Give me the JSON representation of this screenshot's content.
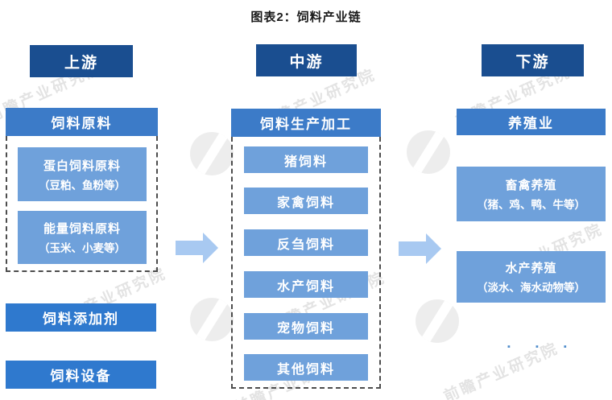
{
  "title": "图表2：饲料产业链",
  "watermark": {
    "text": "前瞻产业研究院"
  },
  "stages": {
    "upstream": "上游",
    "midstream": "中游",
    "downstream": "下游"
  },
  "upstream": {
    "section_header": "饲料原料",
    "items": [
      {
        "line1": "蛋白饲料原料",
        "line2": "（豆粕、鱼粉等）"
      },
      {
        "line1": "能量饲料原料",
        "line2": "（玉米、小麦等）"
      }
    ],
    "additive_label": "饲料添加剂",
    "equipment_label": "饲料设备"
  },
  "midstream": {
    "section_header": "饲料生产加工",
    "items": [
      "猪饲料",
      "家禽饲料",
      "反刍饲料",
      "水产饲料",
      "宠物饲料",
      "其他饲料"
    ]
  },
  "downstream": {
    "section_header": "养殖业",
    "items": [
      {
        "line1": "畜禽养殖",
        "line2": "（猪、鸡、鸭、牛等）"
      },
      {
        "line1": "水产养殖",
        "line2": "（淡水、海水动物等）"
      }
    ],
    "ellipsis": "▪ ▪ ▪"
  },
  "colors": {
    "navy": "#1A4E90",
    "section_blue": "#3C7BC8",
    "solid_blue": "#2F79CE",
    "item_blue": "#6FA1DB",
    "arrow_blue": "#A8C9F1",
    "dot_blue": "#4F8CCB"
  }
}
